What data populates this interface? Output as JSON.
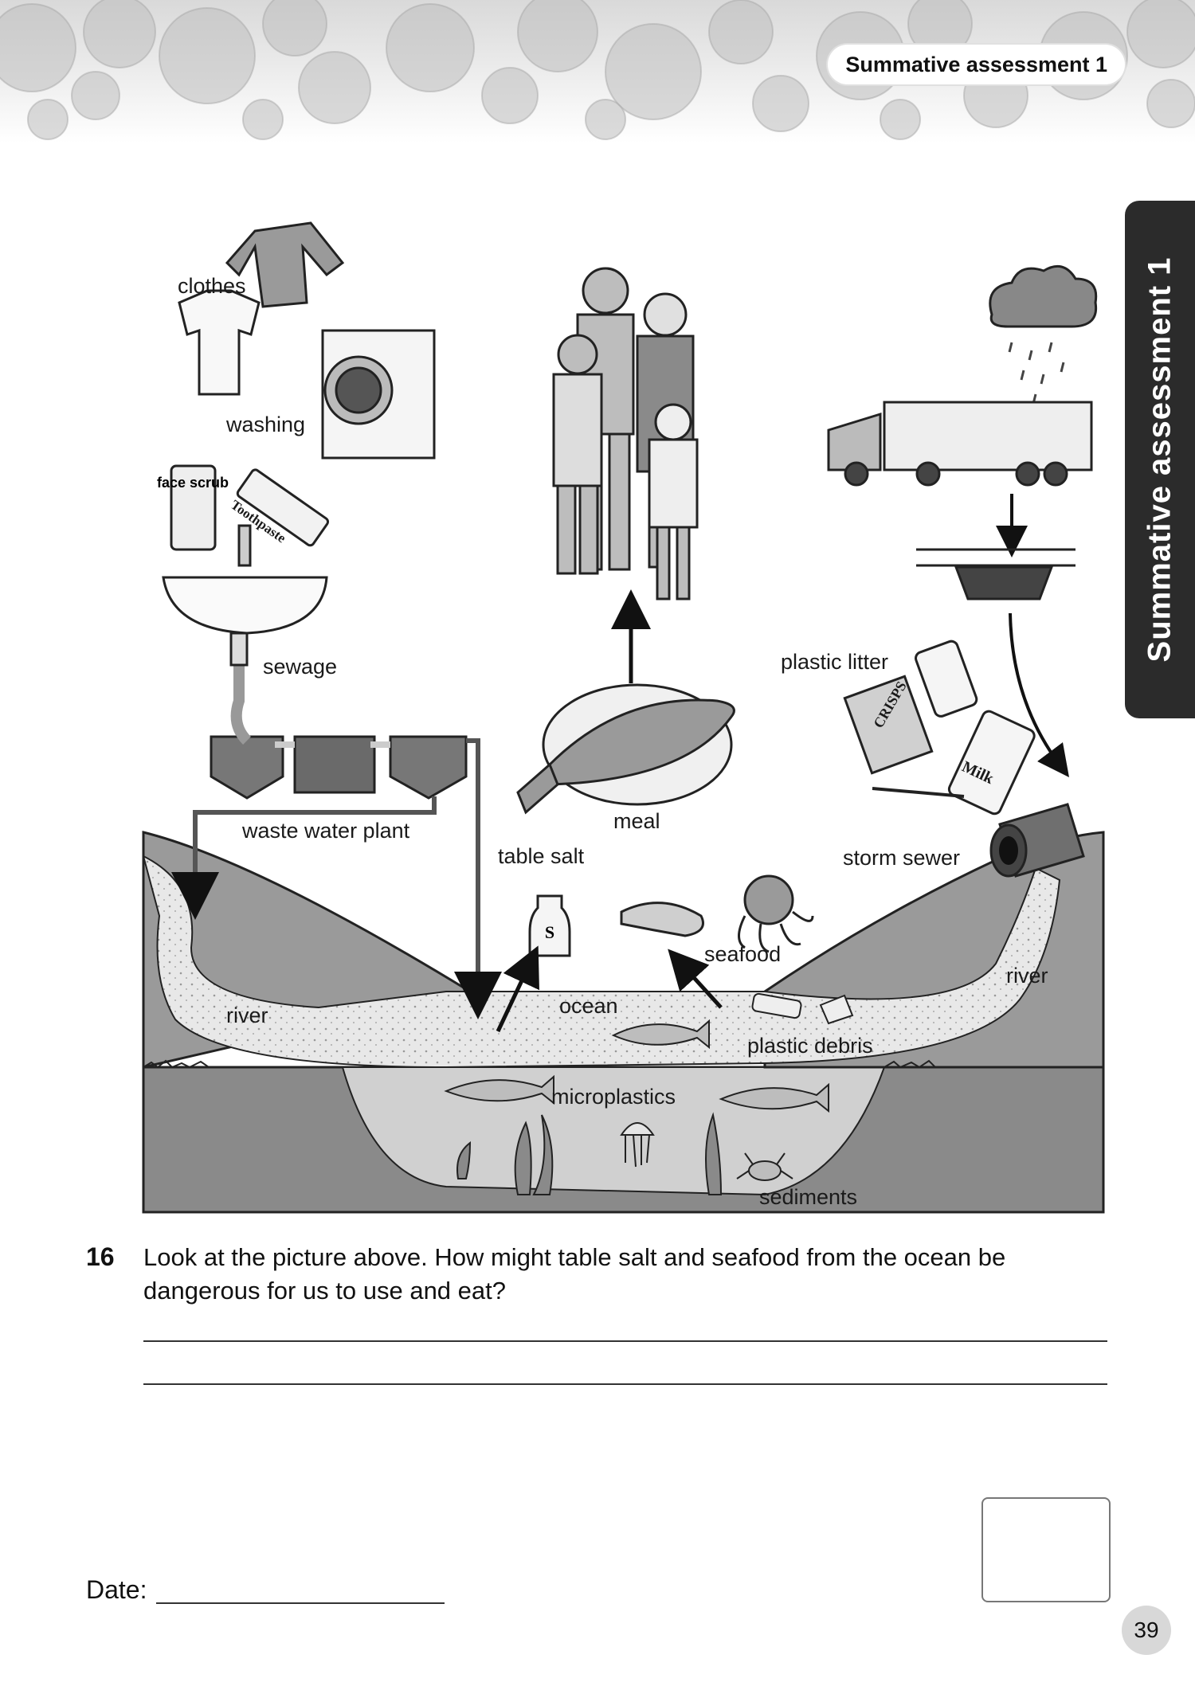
{
  "header": {
    "pill_label": "Summative assessment 1"
  },
  "side_tab": {
    "label": "Summative assessment 1"
  },
  "diagram": {
    "labels": {
      "clothes": "clothes",
      "washing": "washing",
      "face_scrub": "face scrub",
      "toothpaste": "Toothpaste",
      "sewage": "sewage",
      "waste_water_plant": "waste water plant",
      "meal": "meal",
      "table_salt": "table salt",
      "salt_shaker_letter": "S",
      "seafood": "seafood",
      "plastic_litter": "plastic litter",
      "crisps": "CRISPS",
      "milk": "Milk",
      "storm_sewer": "storm sewer",
      "river_left": "river",
      "river_right": "river",
      "ocean": "ocean",
      "plastic_debris": "plastic debris",
      "microplastics": "microplastics",
      "sediments": "sediments"
    }
  },
  "question": {
    "number": "16",
    "text": "Look at the picture above. How might table salt and seafood from the ocean be dangerous for us to use and eat?"
  },
  "footer": {
    "date_label": "Date:",
    "page_number": "39"
  }
}
